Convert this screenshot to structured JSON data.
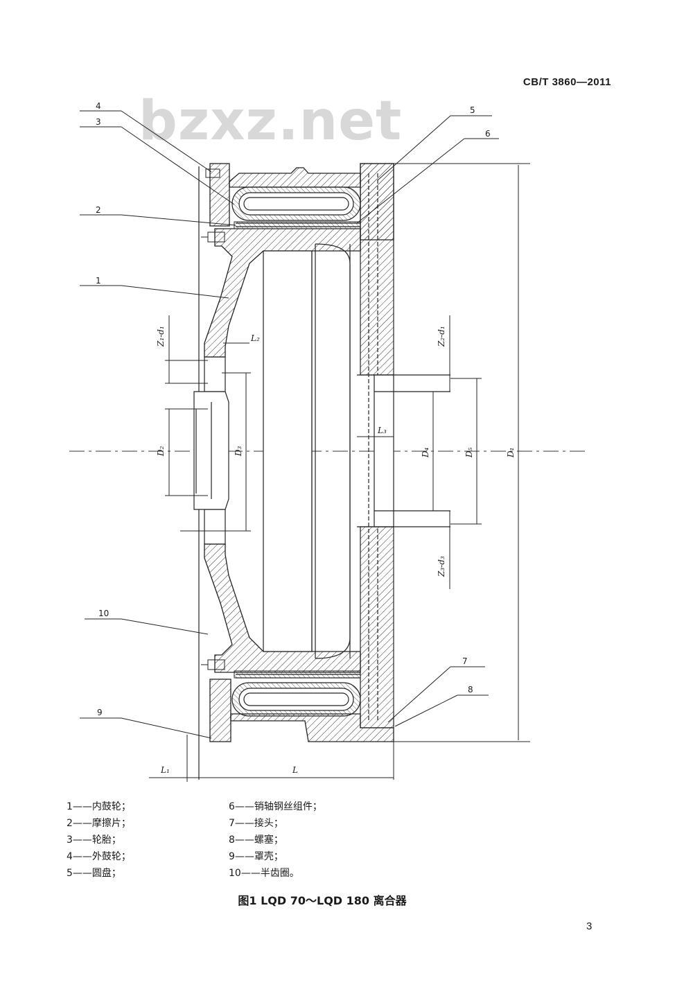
{
  "header": {
    "standard_code": "CB/T 3860—2011"
  },
  "watermark": "bzxz.net",
  "drawing": {
    "callouts": [
      "4",
      "3",
      "2",
      "1",
      "5",
      "6",
      "10",
      "9",
      "7",
      "8"
    ],
    "dimensions": {
      "z1d1": "Z₁-d₁",
      "l2": "L₂",
      "d2": "D₂",
      "d3": "D₃",
      "z2d1": "Z₂-d₁",
      "l3": "L₃",
      "d4": "D₄",
      "d5": "D₅",
      "d1": "D₁",
      "z3d3": "Z₃-d₃",
      "l1": "L₁",
      "l": "L"
    }
  },
  "legend": {
    "left": [
      "1——内鼓轮；",
      "2——摩擦片；",
      "3——轮胎；",
      "4——外鼓轮；",
      "5——圆盘；"
    ],
    "right": [
      "6——销轴钢丝组件；",
      "7——接头；",
      "8——螺塞；",
      "9——罩壳；",
      "10——半齿圈。"
    ]
  },
  "caption": "图1  LQD 70～LQD 180 离合器",
  "page_number": "3"
}
